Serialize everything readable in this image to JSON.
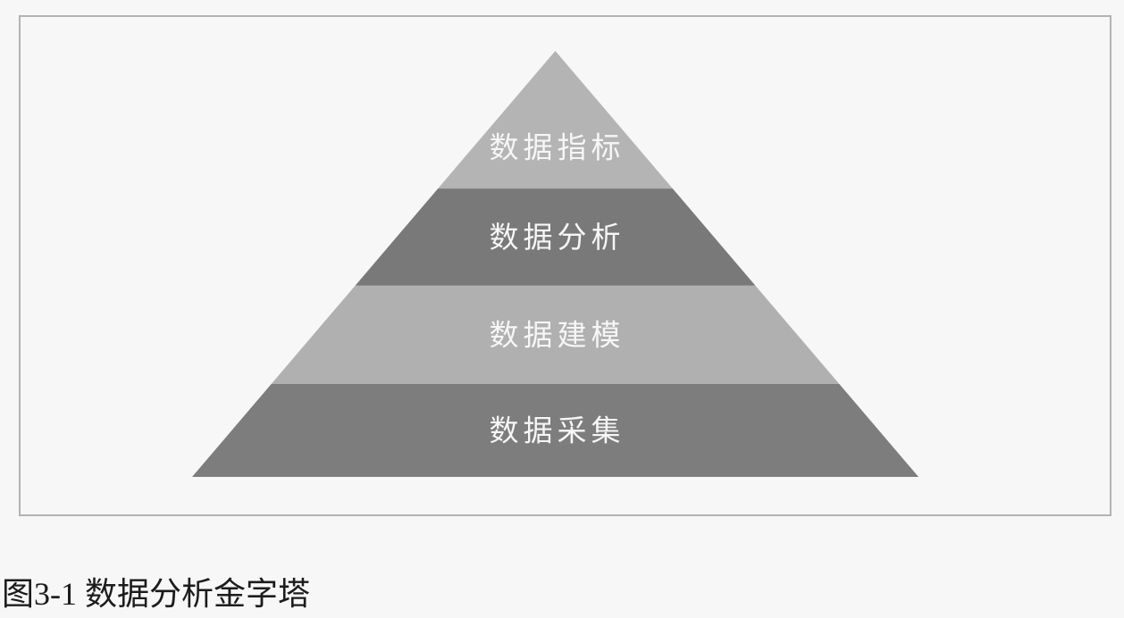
{
  "figure": {
    "caption": "图3-1 数据分析金字塔"
  },
  "colors": {
    "page_background": "#f7f7f7",
    "frame_border": "#b3b3b3",
    "label_text": "#f6f6f6",
    "caption_text": "#1c1c1c"
  },
  "chart_data": {
    "type": "pyramid",
    "title": "数据分析金字塔",
    "orientation": "apex-top",
    "layers": [
      {
        "label": "数据指标",
        "position": 1,
        "color": "#b4b4b4"
      },
      {
        "label": "数据分析",
        "position": 2,
        "color": "#797979"
      },
      {
        "label": "数据建模",
        "position": 3,
        "color": "#b0b0b0"
      },
      {
        "label": "数据采集",
        "position": 4,
        "color": "#7d7d7d"
      }
    ],
    "layer_height_fractions": [
      0.323,
      0.228,
      0.231,
      0.218
    ]
  }
}
